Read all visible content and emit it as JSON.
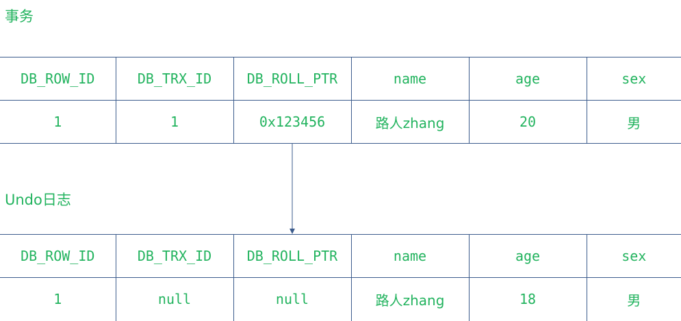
{
  "transaction_label": "事务",
  "undo_label": "Undo日志",
  "columns": [
    "DB_ROW_ID",
    "DB_TRX_ID",
    "DB_ROLL_PTR",
    "name",
    "age",
    "sex"
  ],
  "transaction_row": [
    "1",
    "1",
    "0x123456",
    "路人zhang",
    "20",
    "男"
  ],
  "undo_row": [
    "1",
    "null",
    "null",
    "路人zhang",
    "18",
    "男"
  ],
  "colors": {
    "text": "#22b35e",
    "border": "#3b5b8c",
    "arrow": "#3b5b8c"
  }
}
